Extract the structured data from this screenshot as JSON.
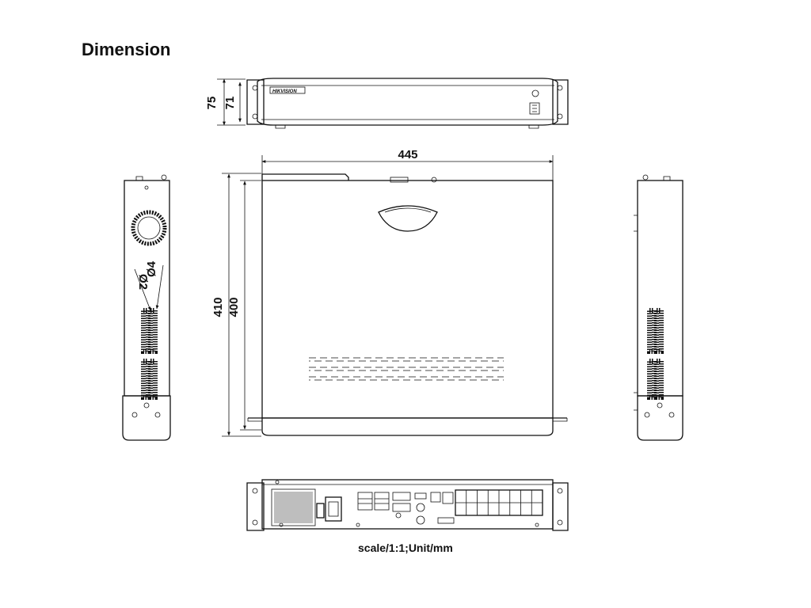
{
  "header": {
    "title": "Dimension"
  },
  "footer": {
    "scale_note": "scale/1:1;Unit/mm"
  },
  "front_view": {
    "brand_text": "HIKVISION",
    "dim_outer": "75",
    "dim_inner": "71"
  },
  "top_view": {
    "dim_width": "445",
    "dim_depth_outer": "410",
    "dim_depth_inner": "400"
  },
  "side_view": {
    "label_d4": "Ø4",
    "label_d2": "Ø2"
  }
}
